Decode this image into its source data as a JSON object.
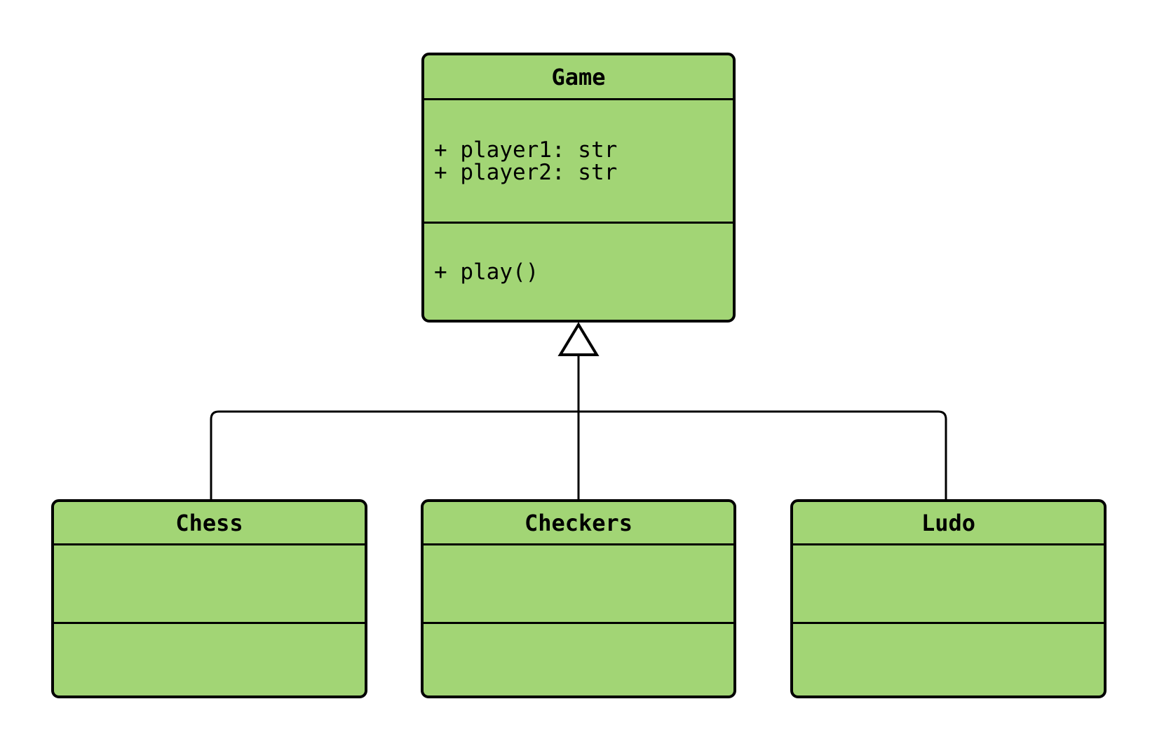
{
  "diagram": {
    "type": "uml-class-diagram",
    "colors": {
      "fill": "#a2d575",
      "stroke": "#000000",
      "background": "#ffffff",
      "text": "#000000"
    },
    "classes": [
      {
        "id": "game",
        "name": "Game",
        "attributes": [
          "+ player1: str",
          "+ player2: str"
        ],
        "methods": [
          "+ play()"
        ]
      },
      {
        "id": "chess",
        "name": "Chess",
        "attributes": [],
        "methods": []
      },
      {
        "id": "checkers",
        "name": "Checkers",
        "attributes": [],
        "methods": []
      },
      {
        "id": "ludo",
        "name": "Ludo",
        "attributes": [],
        "methods": []
      }
    ],
    "relations": [
      {
        "type": "generalization",
        "from": "Chess",
        "to": "Game"
      },
      {
        "type": "generalization",
        "from": "Checkers",
        "to": "Game"
      },
      {
        "type": "generalization",
        "from": "Ludo",
        "to": "Game"
      }
    ]
  }
}
